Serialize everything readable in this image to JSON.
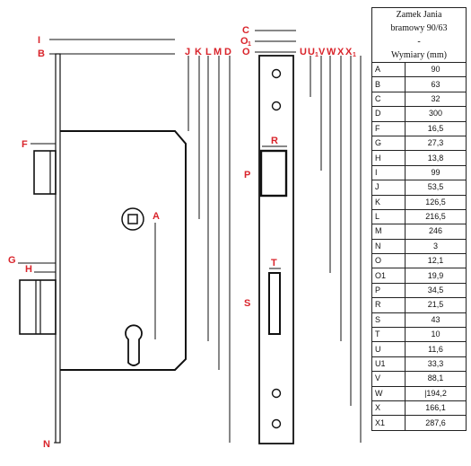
{
  "labels": {
    "I": "I",
    "B": "B",
    "J": "J",
    "K": "K",
    "L": "L",
    "M": "M",
    "D": "D",
    "C": "C",
    "O1": "O1",
    "O": "O",
    "U": "U",
    "U1": "U1",
    "V": "V",
    "W": "W",
    "X": "X",
    "X1": "X1",
    "F": "F",
    "G": "G",
    "H": "H",
    "A": "A",
    "N": "N",
    "R": "R",
    "P": "P",
    "T": "T",
    "S": "S"
  },
  "table": {
    "title_line1": "Zamek Jania",
    "title_line2": "bramowy 90/63",
    "title_line3": "-",
    "title_line4": "Wymiary (mm)",
    "rows": [
      {
        "key": "A",
        "value": "90"
      },
      {
        "key": "B",
        "value": "63"
      },
      {
        "key": "C",
        "value": "32"
      },
      {
        "key": "D",
        "value": "300"
      },
      {
        "key": "F",
        "value": "16,5"
      },
      {
        "key": "G",
        "value": "27,3"
      },
      {
        "key": "H",
        "value": "13,8"
      },
      {
        "key": "I",
        "value": "99"
      },
      {
        "key": "J",
        "value": "53,5"
      },
      {
        "key": "K",
        "value": "126,5"
      },
      {
        "key": "L",
        "value": "216,5"
      },
      {
        "key": "M",
        "value": "246"
      },
      {
        "key": "N",
        "value": "3"
      },
      {
        "key": "O",
        "value": "12,1"
      },
      {
        "key": "O1",
        "value": "19,9"
      },
      {
        "key": "P",
        "value": "34,5"
      },
      {
        "key": "R",
        "value": "21,5"
      },
      {
        "key": "S",
        "value": "43"
      },
      {
        "key": "T",
        "value": "10"
      },
      {
        "key": "U",
        "value": "11,6"
      },
      {
        "key": "U1",
        "value": "33,3"
      },
      {
        "key": "V",
        "value": "88,1"
      },
      {
        "key": "W",
        "value": "|194,2"
      },
      {
        "key": "X",
        "value": "166,1"
      },
      {
        "key": "X1",
        "value": "287,6"
      }
    ]
  }
}
